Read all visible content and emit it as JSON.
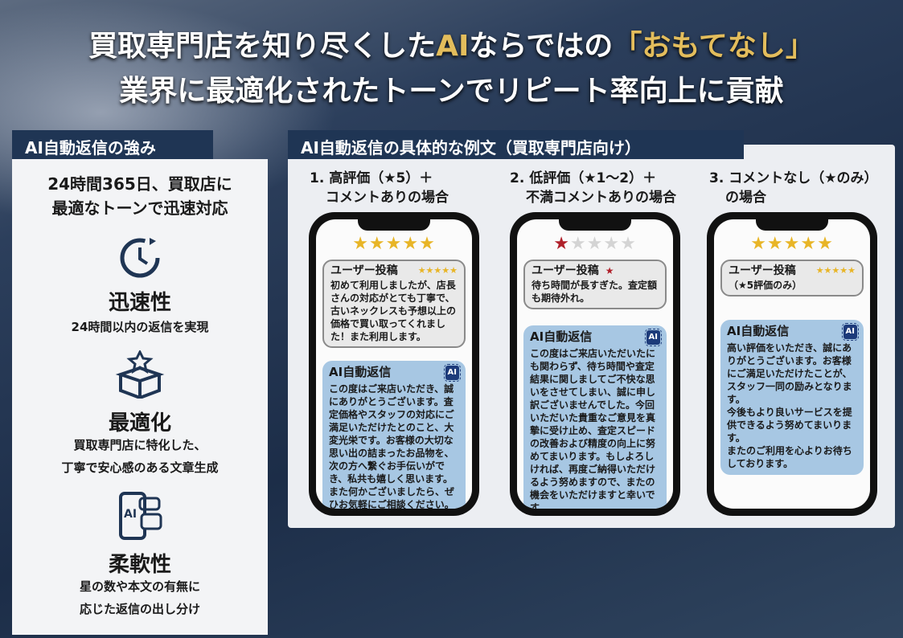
{
  "header": {
    "line1_a": "買取専門店を知り尽くした",
    "line1_ai": "AI",
    "line1_b": "ならではの",
    "line1_gold": "「おもてなし」",
    "line2": "業界に最適化されたトーンでリピート率向上に貢献"
  },
  "left": {
    "tab": "AI自動返信の強み",
    "headline1": "24時間365日、買取店に",
    "headline2": "最適なトーンで迅速対応",
    "features": [
      {
        "icon": "clock-icon",
        "title": "迅速性",
        "desc": [
          "24時間以内の返信を実現"
        ]
      },
      {
        "icon": "box-star-icon",
        "title": "最適化",
        "desc": [
          "買取専門店に特化した、",
          "丁寧で安心感のある文章生成"
        ]
      },
      {
        "icon": "ai-chat-icon",
        "title": "柔軟性",
        "desc": [
          "星の数や本文の有無に",
          "応じた返信の出し分け"
        ]
      }
    ]
  },
  "right": {
    "tab": "AI自動返信の具体的な例文（買取専門店向け）",
    "examples": [
      {
        "h1": "1. 高評価（★5）＋",
        "h2": "コメントありの場合",
        "rating": 5,
        "user_label": "ユーザー投稿",
        "user_stars": "★★★★★",
        "user_text": "初めて利用しましたが、店長さんの対応がとても丁寧で、古いネックレスも予想以上の価格で買い取ってくれました！また利用します。",
        "ai_label": "AI自動返信",
        "ai_chip": "AI",
        "ai_text": "この度はご来店いただき、誠にありがとうございます。査定価格やスタッフの対応にご満足いただけたとのこと、大変光栄です。お客様の大切な思い出の詰まったお品物を、次の方へ繋ぐお手伝いができ、私共も嬉しく思います。また何かございましたら、ぜひお気軽にご相談ください。またのご来店を心よりお待ちしております。"
      },
      {
        "h1": "2. 低評価（★1～2）＋",
        "h2": "不満コメントありの場合",
        "rating": 1,
        "user_label": "ユーザー投稿",
        "user_stars": "★",
        "user_text": "待ち時間が長すぎた。査定額も期待外れ。",
        "ai_label": "AI自動返信",
        "ai_chip": "AI",
        "ai_text": "この度はご来店いただいたにも関わらず、待ち時間や査定結果に関しましてご不快な思いをさせてしまい、誠に申し訳ございませんでした。今回いただいた貴重なご意見を真摯に受け止め、査定スピードの改善および精度の向上に努めてまいります。もしよろしければ、再度ご納得いただけるよう努めますので、またの機会をいただけますと幸いです。"
      },
      {
        "h1": "3. コメントなし（★のみ）",
        "h2": "の場合",
        "rating": 5,
        "user_label": "ユーザー投稿",
        "user_stars": "★★★★★",
        "user_text": "（★5評価のみ）",
        "ai_label": "AI自動返信",
        "ai_chip": "AI",
        "ai_text": "高い評価をいただき、誠にありがとうございます。お客様にご満足いただけたことが、スタッフ一同の励みとなります。\n今後もより良いサービスを提供できるよう努めてまいります。\nまたのご利用を心よりお待ちしております。"
      }
    ]
  },
  "colors": {
    "gold": "#e3bd5c",
    "navy": "#1f3554",
    "ai_bubble": "#a7c7e3",
    "star_gold": "#e8b527",
    "star_red": "#b0202a"
  }
}
